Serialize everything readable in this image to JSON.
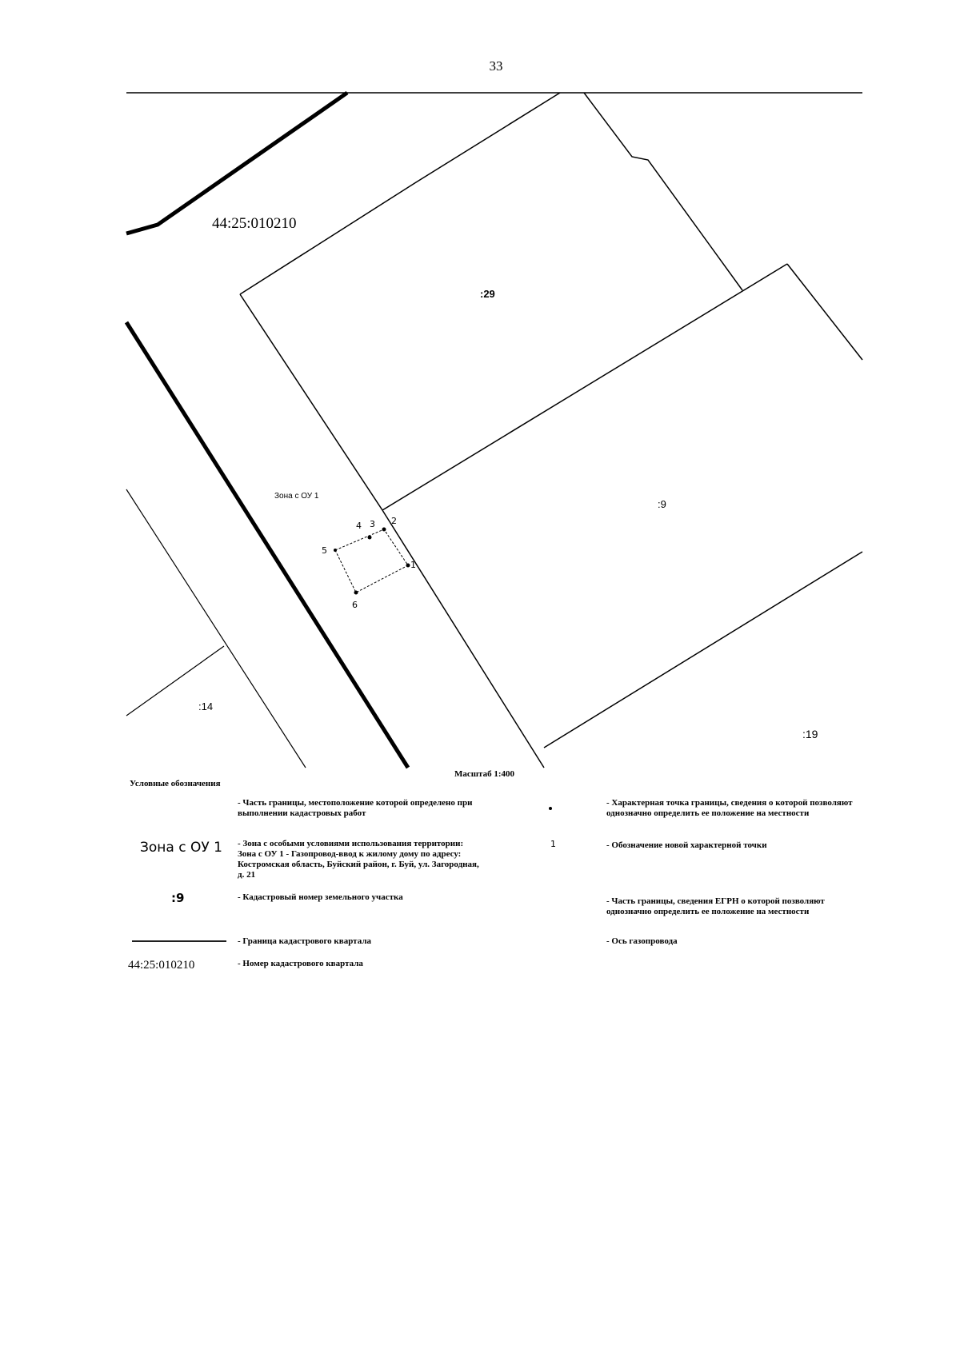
{
  "page_number": "33",
  "map": {
    "quarter_number": "44:25:010210",
    "parcels": [
      ":29",
      ":9",
      ":14",
      ":19"
    ],
    "zone_label": "Зона с ОУ 1",
    "points": [
      "4",
      "3",
      "2",
      "5",
      "1",
      "6"
    ],
    "scale": "Масштаб 1:400"
  },
  "legend": {
    "title": "Условные обозначения",
    "items": [
      {
        "symbol": "",
        "text": "- Часть границы, местоположение которой определено при выполнении кадастровых работ"
      },
      {
        "symbol": "Зона с ОУ 1",
        "text": "- Зона с особыми условиями использования территории: Зона с ОУ 1 - Газопровод-ввод к жилому дому по адресу: Костромская область, Буйский район, г. Буй, ул. Загородная, д. 21"
      },
      {
        "symbol": ":9",
        "text": "- Кадастровый номер земельного участка"
      },
      {
        "symbol": "",
        "text": "- Граница кадастрового квартала"
      },
      {
        "symbol": "44:25:010210",
        "text": "- Номер кадастрового квартала"
      },
      {
        "symbol": "",
        "text": "- Характерная точка границы, сведения о которой позволяют однозначно определить ее положение на местности"
      },
      {
        "symbol": "1",
        "text": "- Обозначение новой характерной точки"
      },
      {
        "symbol": "",
        "text": "- Часть границы, сведения ЕГРН о которой позволяют однозначно определить ее положение на местности"
      },
      {
        "symbol": "",
        "text": "- Ось газопровода"
      }
    ]
  }
}
